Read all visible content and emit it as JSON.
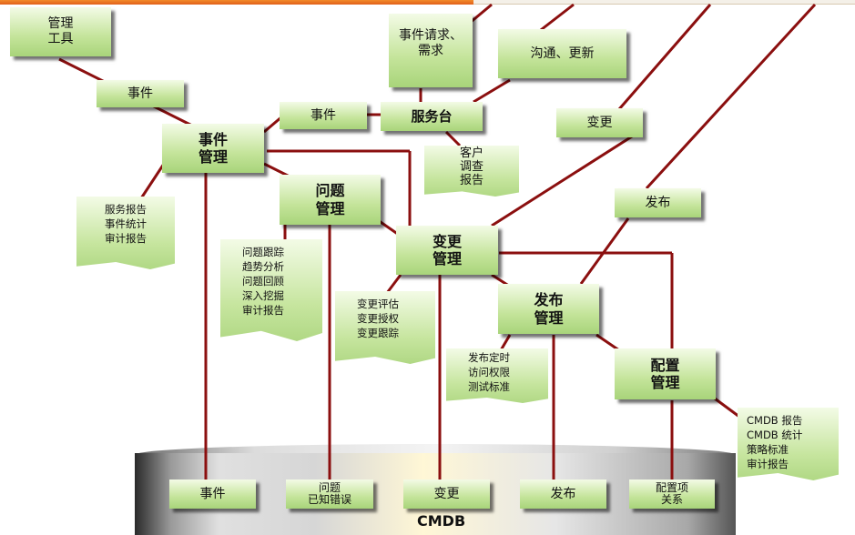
{
  "nodes": {
    "mgmt_tools": [
      "管理",
      "工具"
    ],
    "incident_label_top": "事件",
    "incident_mgmt": [
      "事件",
      "管理"
    ],
    "incident_label_mid": "事件",
    "service_desk": "服务台",
    "event_request": [
      "事件请求、",
      "需求"
    ],
    "communicate_update": "沟通、更新",
    "change_label": "变更",
    "release_label": "发布",
    "problem_mgmt": [
      "问题",
      "管理"
    ],
    "change_mgmt": [
      "变更",
      "管理"
    ],
    "release_mgmt": [
      "发布",
      "管理"
    ],
    "config_mgmt": [
      "配置",
      "管理"
    ]
  },
  "docs": {
    "service_reports": [
      "服务报告",
      "事件统计",
      "审计报告"
    ],
    "customer_survey": [
      "客户",
      "调查",
      "报告"
    ],
    "problem_docs": [
      "问题跟踪",
      "趋势分析",
      "问题回顾",
      "深入挖掘",
      "审计报告"
    ],
    "change_docs": [
      "变更评估",
      "变更授权",
      "变更跟踪"
    ],
    "release_docs": [
      "发布定时",
      "访问权限",
      "测试标准"
    ],
    "cmdb_docs": [
      "CMDB 报告",
      "CMDB 统计",
      "策略标准",
      "审计报告"
    ]
  },
  "db": {
    "label": "CMDB",
    "slots": [
      "事件",
      [
        "问题",
        "已知错误"
      ],
      "变更",
      "发布",
      [
        "配置项",
        "关系"
      ]
    ]
  },
  "colors": {
    "line": "#8b0f0f",
    "box_light": "#f3fbe6",
    "box_dark": "#a8d47a"
  }
}
